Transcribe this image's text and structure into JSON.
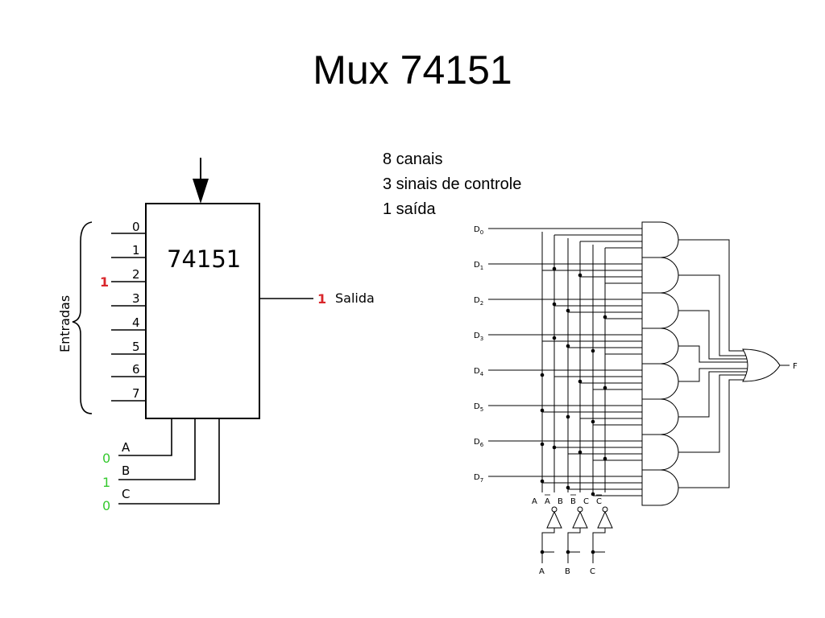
{
  "slide": {
    "title": "Mux 74151",
    "bullets": [
      "8 canais",
      "3 sinais de controle",
      "1 saída"
    ]
  },
  "block_diagram": {
    "chip_label": "74151",
    "group_label": "Entradas",
    "input_pins": [
      "0",
      "1",
      "2",
      "3",
      "4",
      "5",
      "6",
      "7"
    ],
    "active_input_value": "1",
    "output_value": "1",
    "output_label": "Salida",
    "select_lines": [
      {
        "name": "A",
        "value": "0"
      },
      {
        "name": "B",
        "value": "1"
      },
      {
        "name": "C",
        "value": "0"
      }
    ],
    "colors": {
      "active_red": "#d9262b",
      "select_green": "#35c92f"
    }
  },
  "gate_diagram": {
    "inputs": [
      "D",
      "D",
      "D",
      "D",
      "D",
      "D",
      "D",
      "D"
    ],
    "input_subscripts": [
      "0",
      "1",
      "2",
      "3",
      "4",
      "5",
      "6",
      "7"
    ],
    "output_label": "F",
    "select_top": [
      "A",
      "A",
      "B",
      "B",
      "C",
      "C"
    ],
    "select_bottom": [
      "A",
      "B",
      "C"
    ]
  }
}
